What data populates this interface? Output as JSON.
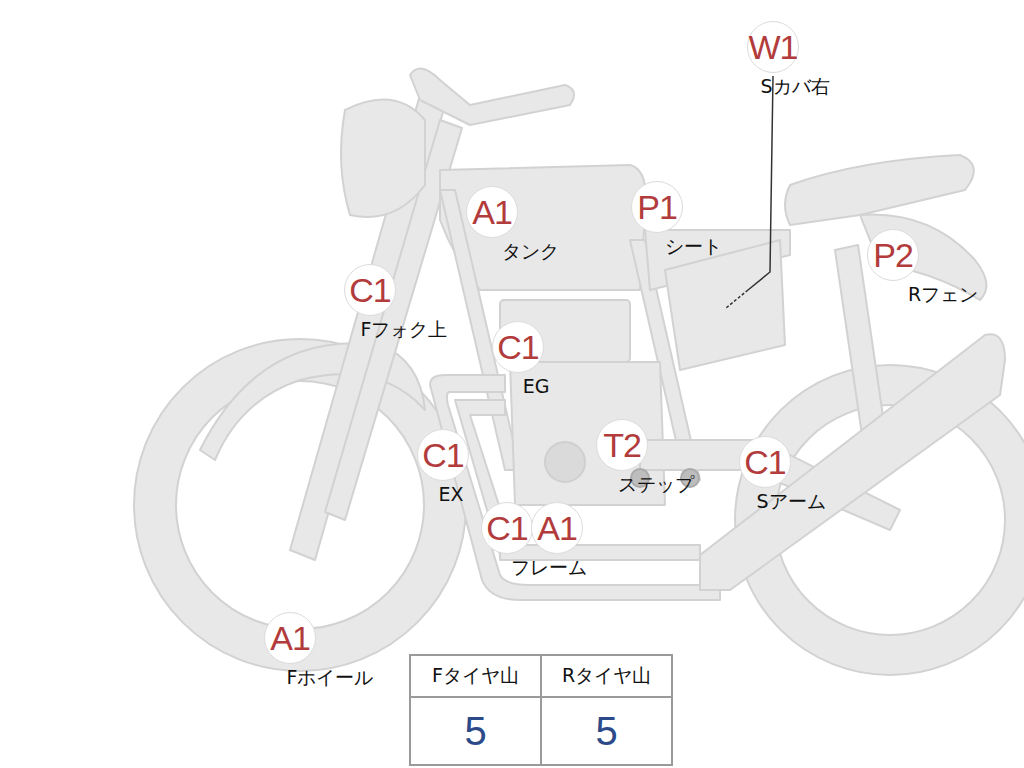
{
  "diagram": {
    "nodes": [
      {
        "text": [
          "W1",
          "Sカバ右"
        ]
      },
      {
        "text": [
          "A1",
          "タンク"
        ]
      },
      {
        "text": [
          "P1",
          "シート"
        ]
      },
      {
        "text": [
          "P2",
          "Rフェン"
        ]
      },
      {
        "text": [
          "C1",
          "Fフォク上"
        ]
      },
      {
        "text": [
          "C1",
          "EG"
        ]
      },
      {
        "text": [
          "C1",
          "EX"
        ]
      },
      {
        "text": [
          "T2",
          "ステップ"
        ]
      },
      {
        "text": [
          "C1",
          "Sアーム"
        ]
      },
      {
        "text": [
          "C1"
        ]
      },
      {
        "text": [
          "A1",
          "フレーム"
        ]
      },
      {
        "text": [
          "A1",
          "Fホイール"
        ]
      }
    ],
    "labels": [
      "Fタイヤ山",
      "Rタイヤ山",
      "5",
      "5"
    ]
  }
}
